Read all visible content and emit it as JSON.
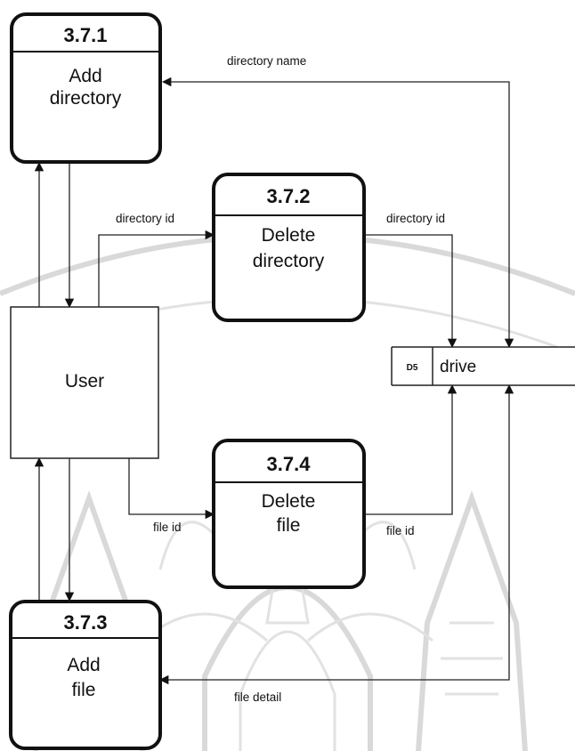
{
  "processes": {
    "p371": {
      "id": "3.7.1",
      "name_line1": "Add",
      "name_line2": "directory"
    },
    "p372": {
      "id": "3.7.2",
      "name_line1": "Delete",
      "name_line2": "directory"
    },
    "p374": {
      "id": "3.7.4",
      "name_line1": "Delete",
      "name_line2": "file"
    },
    "p373": {
      "id": "3.7.3",
      "name_line1": "Add",
      "name_line2": "file"
    }
  },
  "entity": {
    "label": "User"
  },
  "datastore": {
    "id": "D5",
    "name": "drive"
  },
  "flows": {
    "directory_name": "directory name",
    "directory_id_in": "directory id",
    "directory_id_out": "directory id",
    "file_id_in": "file id",
    "file_id_out": "file id",
    "file_detail": "file detail"
  },
  "colors": {
    "stroke": "#111111",
    "background": "#ffffff",
    "watermark": "#d9d9d9"
  }
}
